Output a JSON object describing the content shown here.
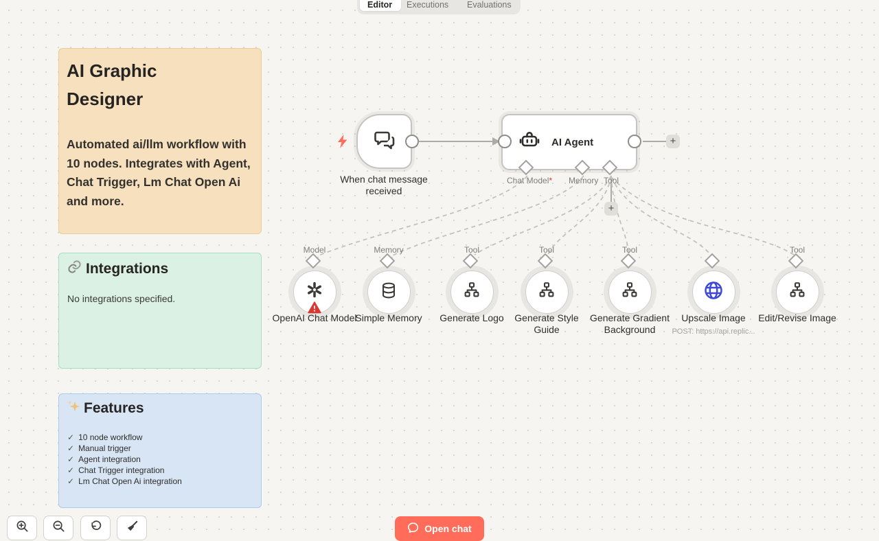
{
  "tabs": {
    "editor": "Editor",
    "executions": "Executions",
    "evaluations": "Evaluations"
  },
  "notes": {
    "title_note": {
      "title": "AI Graphic Designer",
      "body": "Automated ai/llm workflow with 10 nodes. Integrates with Agent, Chat Trigger, Lm Chat Open Ai and more.",
      "bg": "#F7E0BE",
      "border": "#EBCC97"
    },
    "integrations_note": {
      "heading": "Integrations",
      "body": "No integrations specified.",
      "bg": "#DBF1E4",
      "border": "#A5DFC3"
    },
    "features_note": {
      "heading": "Features",
      "items": [
        "10 node workflow",
        "Manual trigger",
        "Agent integration",
        "Chat Trigger integration",
        "Lm Chat Open Ai integration"
      ],
      "bg": "#D7E5F4",
      "border": "#ABC9EC"
    }
  },
  "workflow": {
    "trigger": {
      "name": "When chat message received"
    },
    "agent": {
      "name": "AI Agent",
      "ports": [
        {
          "label": "Chat Model",
          "required": "*"
        },
        {
          "label": "Memory",
          "required": ""
        },
        {
          "label": "Tool",
          "required": ""
        }
      ]
    },
    "sub_nodes": [
      {
        "top_label": "Model",
        "name": "OpenAI Chat Model",
        "icon": "openai-icon",
        "warning": true
      },
      {
        "top_label": "Memory",
        "name": "Simple Memory",
        "icon": "database-icon"
      },
      {
        "top_label": "Tool",
        "name": "Generate Logo",
        "icon": "sitemap-icon"
      },
      {
        "top_label": "Tool",
        "name": "Generate Style Guide",
        "icon": "sitemap-icon"
      },
      {
        "top_label": "Tool",
        "name": "Generate Gradient Background",
        "icon": "sitemap-icon"
      },
      {
        "top_label": "",
        "name": "Upscale Image",
        "subtitle": "POST: https://api.replic...",
        "icon": "globe-icon"
      },
      {
        "top_label": "Tool",
        "name": "Edit/Revise Image",
        "icon": "sitemap-icon"
      }
    ]
  },
  "controls": {
    "open_chat_label": "Open chat"
  },
  "icons": {
    "check": "✓",
    "plus": "+"
  },
  "colors": {
    "accent_orange": "#FF6D5A",
    "warning_red": "#DC3832",
    "globe_blue": "#3D49D8",
    "canvas_bg": "#F6F5F1",
    "canvas_dot": "#D8D7D0"
  }
}
